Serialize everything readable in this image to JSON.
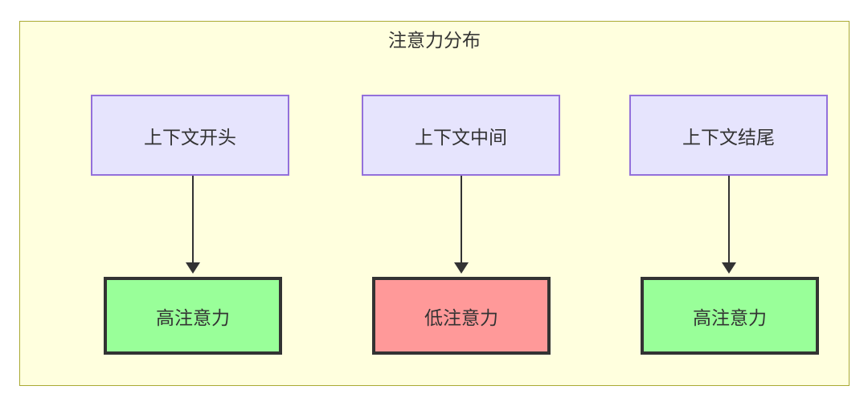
{
  "diagram": {
    "title": "注意力分布",
    "container_fill": "#ffffde",
    "container_border": "#aaaa33",
    "context_nodes": [
      {
        "id": "ctx-start",
        "label": "上下文开头",
        "fill": "#e6e4fd",
        "border": "#9370db"
      },
      {
        "id": "ctx-mid",
        "label": "上下文中间",
        "fill": "#e6e4fd",
        "border": "#9370db"
      },
      {
        "id": "ctx-end",
        "label": "上下文结尾",
        "fill": "#e6e4fd",
        "border": "#9370db"
      }
    ],
    "attention_nodes": [
      {
        "id": "attn-high-start",
        "label": "高注意力",
        "fill": "#99ff99",
        "border": "#333333"
      },
      {
        "id": "attn-low-mid",
        "label": "低注意力",
        "fill": "#ff9999",
        "border": "#333333"
      },
      {
        "id": "attn-high-end",
        "label": "高注意力",
        "fill": "#99ff99",
        "border": "#333333"
      }
    ],
    "edges": [
      {
        "from": "上下文开头",
        "to": "高注意力",
        "label": ""
      },
      {
        "from": "上下文中间",
        "to": "低注意力",
        "label": ""
      },
      {
        "from": "上下文结尾",
        "to": "高注意力",
        "label": ""
      }
    ]
  }
}
